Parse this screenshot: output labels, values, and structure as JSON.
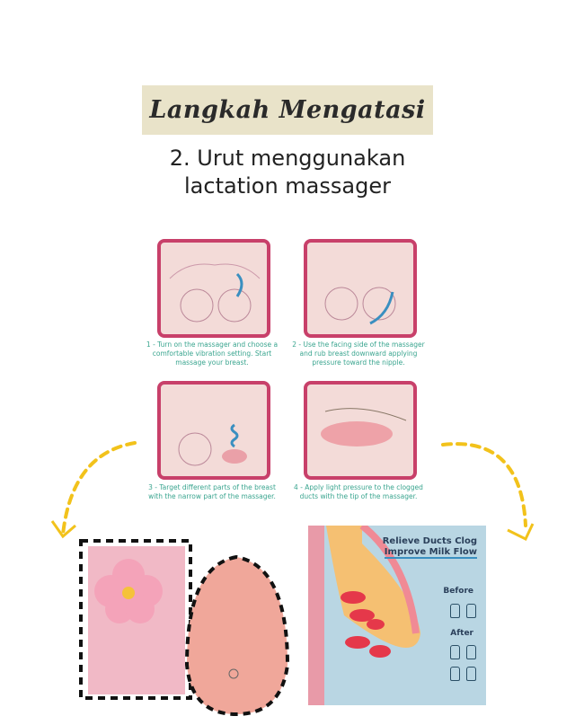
{
  "banner_title": "Langkah Mengatasi",
  "subtitle_line1": "2. Urut menggunakan",
  "subtitle_line2": "lactation massager",
  "steps": [
    {
      "caption": "1 - Turn on the massager and choose a comfortable vibration setting. Start massage your breast."
    },
    {
      "caption": "2 - Use the facing side of the massager and rub breast downward applying pressure toward the nipple."
    },
    {
      "caption": "3 - Target different parts of the breast with the narrow part of the massager."
    },
    {
      "caption": "4 - Apply light pressure to the clogged ducts with the tip of the massager."
    }
  ],
  "diagram": {
    "title1": "Relieve Ducts Clog",
    "title2": "Improve Milk Flow",
    "before": "Before",
    "after": "After"
  },
  "colors": {
    "banner": "#e9e3c9",
    "panel_border": "#c8406a",
    "caption": "#3aa58f",
    "arrow": "#f2c21b"
  }
}
